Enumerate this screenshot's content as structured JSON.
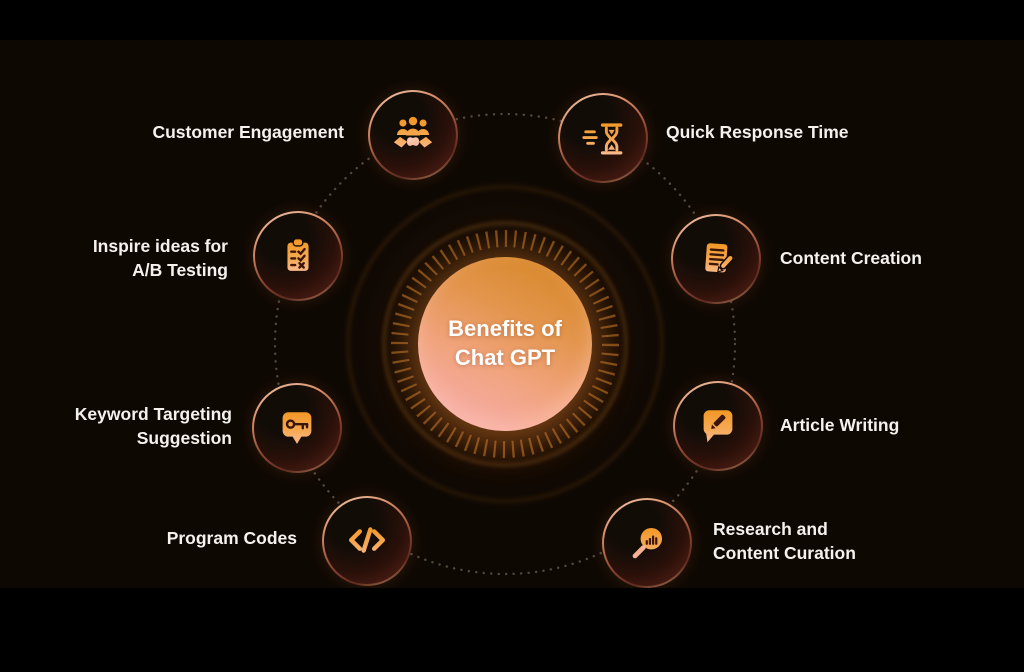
{
  "center": {
    "title": "Benefits of\nChat GPT"
  },
  "items": [
    {
      "id": "customer-engagement",
      "label": "Customer Engagement",
      "icon": "people-handshake-icon"
    },
    {
      "id": "quick-response-time",
      "label": "Quick Response Time",
      "icon": "speed-hourglass-icon"
    },
    {
      "id": "ab-testing",
      "label": "Inspire ideas for\nA/B Testing",
      "icon": "checklist-clipboard-icon"
    },
    {
      "id": "content-creation",
      "label": "Content Creation",
      "icon": "document-pen-icon"
    },
    {
      "id": "keyword-targeting",
      "label": "Keyword Targeting\nSuggestion",
      "icon": "key-speech-bubble-icon"
    },
    {
      "id": "article-writing",
      "label": "Article Writing",
      "icon": "pencil-speech-bubble-icon"
    },
    {
      "id": "program-codes",
      "label": "Program Codes",
      "icon": "code-brackets-icon"
    },
    {
      "id": "research-curation",
      "label": "Research and\nContent Curation",
      "icon": "magnifier-bar-chart-icon"
    }
  ],
  "colors": {
    "accent_orange": "#F2941C",
    "accent_peach": "#F6A851",
    "accent_pink": "#F9BD9B",
    "center_gradient_top": "#D8892B",
    "center_gradient_bottom": "#F6ACA4",
    "stage_background": "#0E0803",
    "label_text": "#F4F1EE",
    "glyph_dark": "#3A150A"
  }
}
